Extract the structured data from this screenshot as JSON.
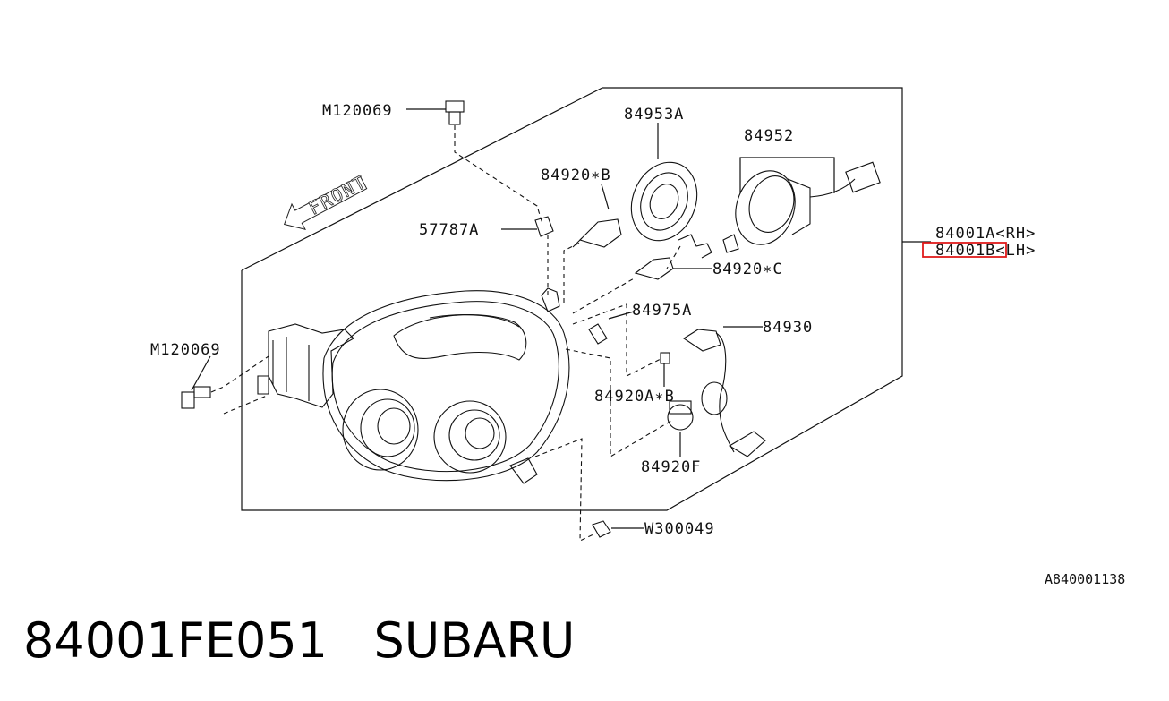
{
  "diagram": {
    "labels": {
      "m120069_top": "M120069",
      "m120069_left": "M120069",
      "p57787a": "57787A",
      "p84953a": "84953A",
      "p84952": "84952",
      "p84920b": "84920∗B",
      "p84920c": "84920∗C",
      "p84975a": "84975A",
      "p84930": "84930",
      "p84920ab": "84920A∗B",
      "p84920f": "84920F",
      "w300049": "W300049",
      "p84001a": "84001A<RH>",
      "p84001b": "84001B<LH>"
    },
    "front_arrow_text": "FRONT",
    "highlight_color": "#e01b1b",
    "highlighted_part": "84001B"
  },
  "figure_code": "A840001138",
  "title": {
    "part_number": "84001FE051",
    "brand": "SUBARU"
  }
}
